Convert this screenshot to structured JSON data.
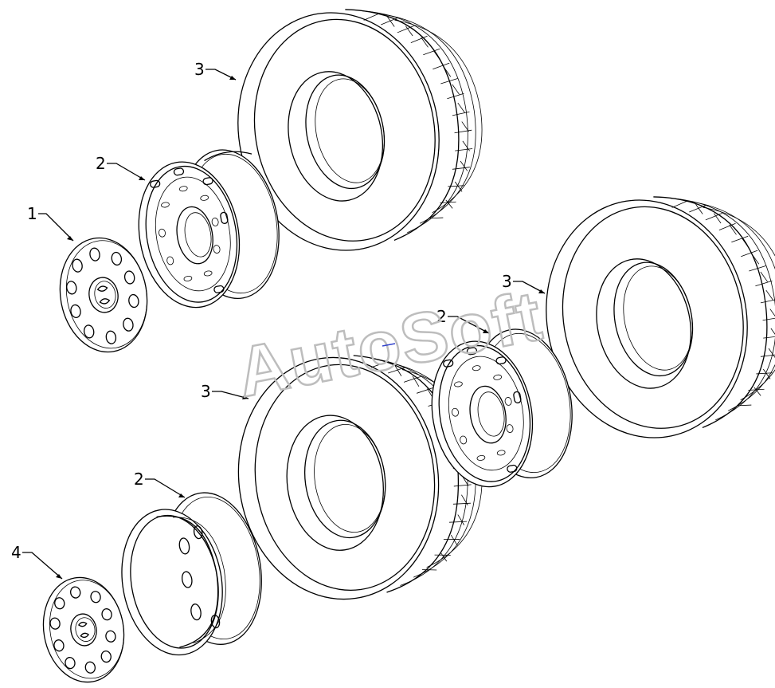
{
  "diagram": {
    "watermark": "AutoSoft",
    "callouts": [
      {
        "id": "cap-upper",
        "label": "1"
      },
      {
        "id": "rim-upper",
        "label": "2"
      },
      {
        "id": "tire-upper",
        "label": "3"
      },
      {
        "id": "tire-right",
        "label": "3"
      },
      {
        "id": "rim-right",
        "label": "2"
      },
      {
        "id": "tire-middle",
        "label": "3"
      },
      {
        "id": "rim-lower",
        "label": "2"
      },
      {
        "id": "cap-lower",
        "label": "4"
      }
    ],
    "colors": {
      "line": "#000000",
      "watermark": "#bdbdbd",
      "background": "#ffffff"
    }
  }
}
